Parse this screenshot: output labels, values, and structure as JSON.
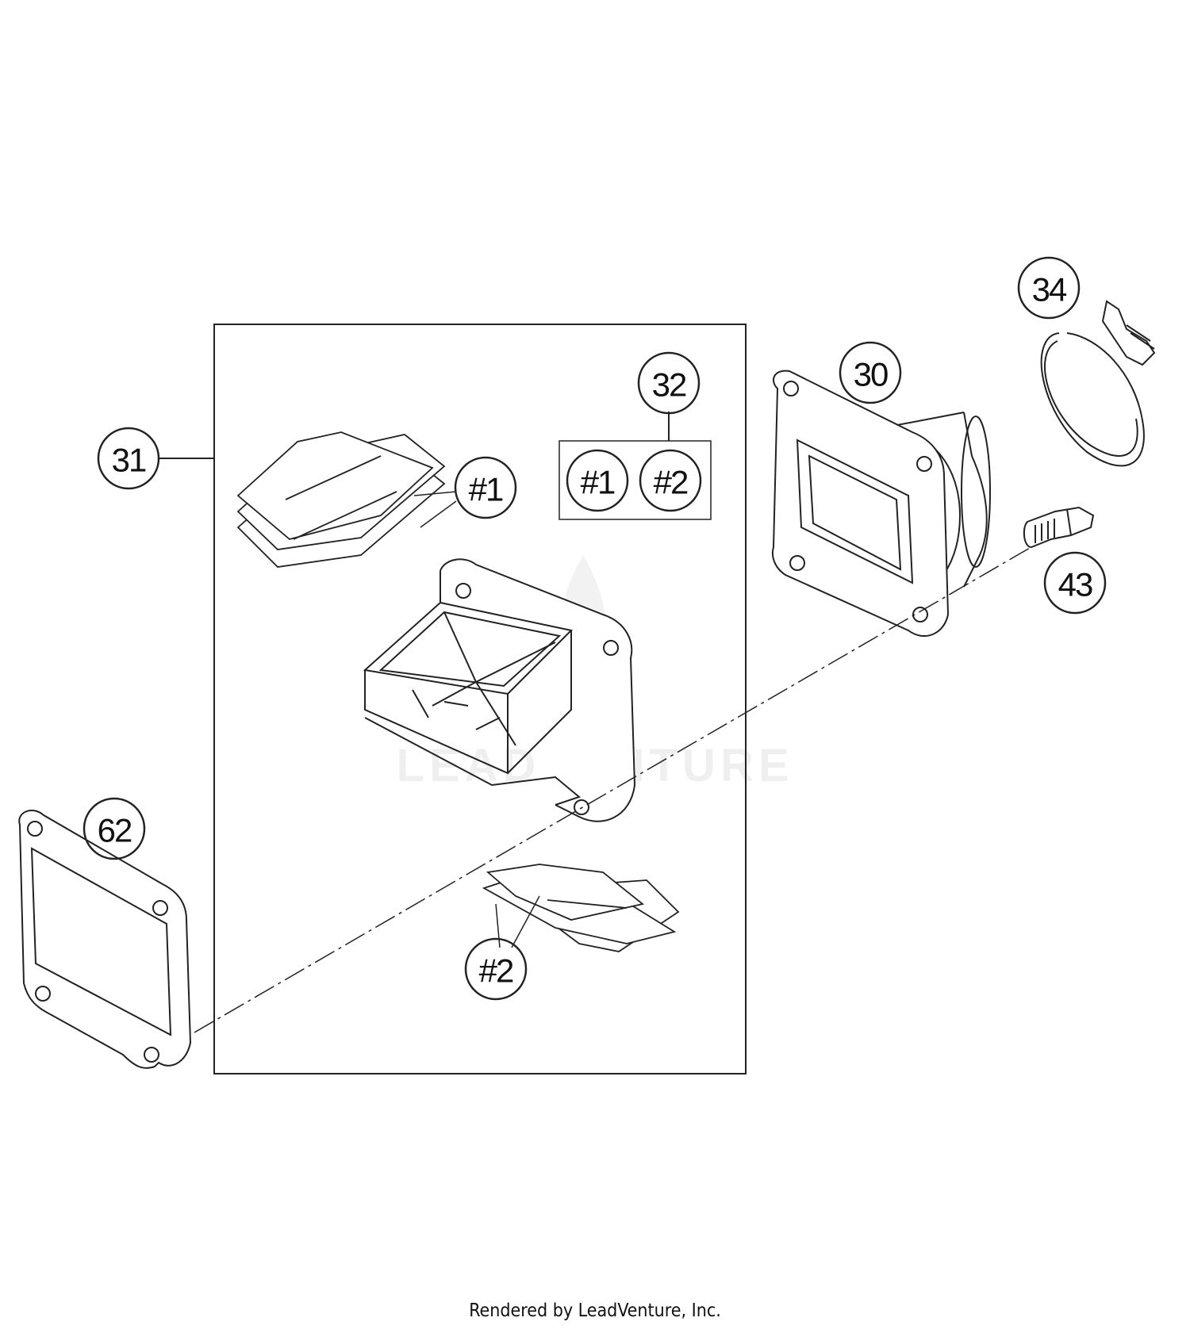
{
  "callouts": {
    "c30": "30",
    "c31": "31",
    "c32": "32",
    "c34": "34",
    "c43": "43",
    "c62": "62",
    "h1a": "#1",
    "h1b": "#1",
    "h2a": "#2",
    "h2b": "#2"
  },
  "watermark": "LEADVENTURE",
  "footer": "Rendered by LeadVenture, Inc."
}
